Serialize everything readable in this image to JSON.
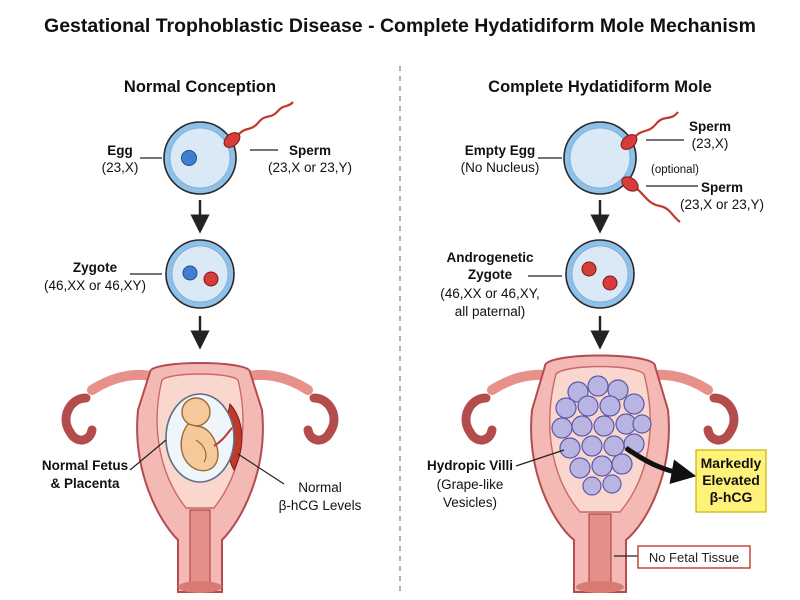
{
  "title": "Gestational Trophoblastic Disease - Complete Hydatidiform Mole Mechanism",
  "left": {
    "heading": "Normal Conception",
    "egg": {
      "name": "Egg",
      "detail": "(23,X)"
    },
    "sperm": {
      "name": "Sperm",
      "detail": "(23,X or 23,Y)"
    },
    "zygote": {
      "name": "Zygote",
      "detail": "(46,XX or 46,XY)"
    },
    "result": {
      "line1": "Normal Fetus",
      "line2": "& Placenta"
    },
    "hcg": {
      "line1": "Normal",
      "line2": "β-hCG Levels"
    }
  },
  "right": {
    "heading": "Complete Hydatidiform Mole",
    "egg": {
      "name": "Empty Egg",
      "detail": "(No Nucleus)"
    },
    "sperm1": {
      "name": "Sperm",
      "detail": "(23,X)"
    },
    "optional": "(optional)",
    "sperm2": {
      "name": "Sperm",
      "detail": "(23,X or 23,Y)"
    },
    "zygote": {
      "line1": "Androgenetic",
      "line2": "Zygote",
      "detail1": "(46,XX or 46,XY,",
      "detail2": "all paternal)"
    },
    "villi": {
      "name": "Hydropic Villi",
      "detail1": "(Grape-like",
      "detail2": "Vesicles)"
    },
    "hcg": {
      "line1": "Markedly",
      "line2": "Elevated",
      "line3": "β-hCG"
    },
    "no_fetal": "No Fetal Tissue"
  },
  "colors": {
    "cell_fill": "#dbe9f7",
    "cell_ring": "#8ec0e8",
    "maternal_blue": "#3f7fd0",
    "paternal_red": "#d93a3a",
    "uterus_fill": "#f4b9b4",
    "uterus_inner": "#f9d7cf",
    "vesicle": "#b9b5e3",
    "hcg_box": "#fff27a",
    "no_fetal_border": "#c0392b"
  },
  "icons": [
    "egg-cell-icon",
    "sperm-icon",
    "zygote-icon",
    "uterus-icon",
    "fetus-icon",
    "grape-vesicles-icon",
    "flow-arrow-icon"
  ]
}
